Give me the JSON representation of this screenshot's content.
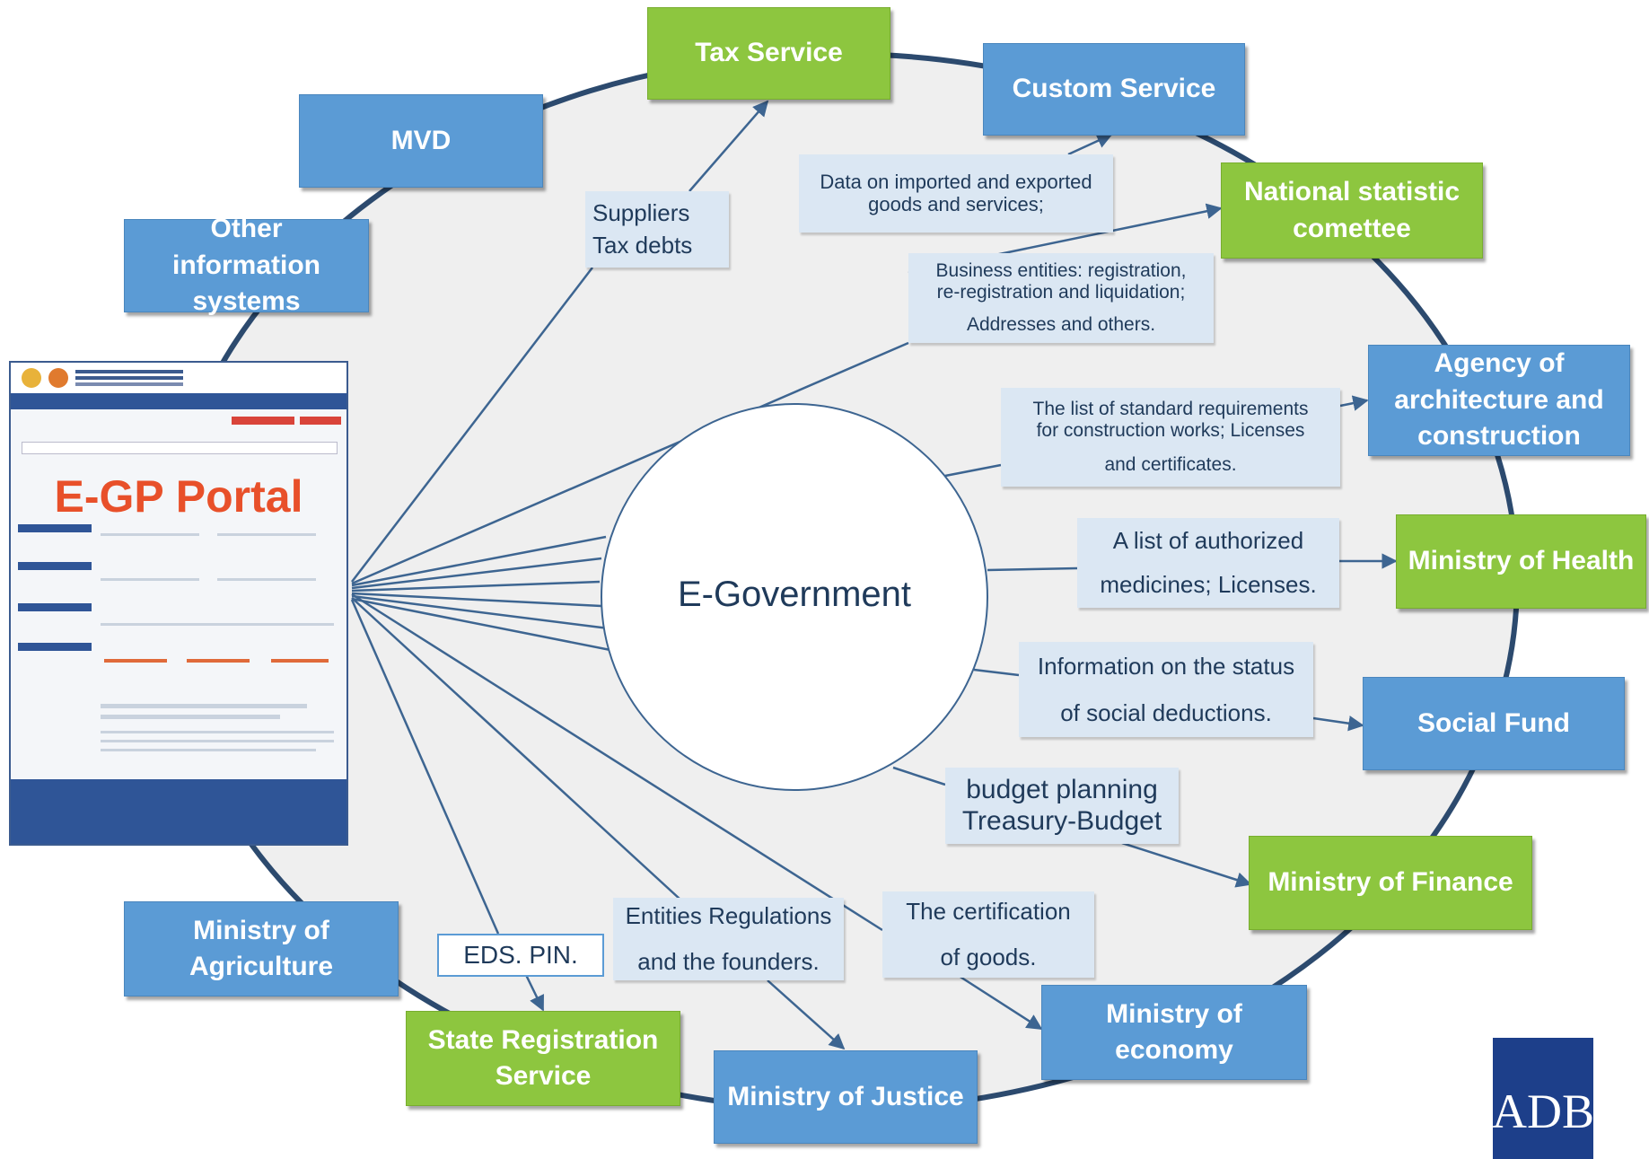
{
  "center": {
    "label": "E-Government"
  },
  "portal": {
    "label": "E-GP Portal"
  },
  "logo": {
    "text": "ADB"
  },
  "nodes": {
    "tax": "Tax Service",
    "custom": "Custom Service",
    "mvd": "MVD",
    "other": "Other information systems",
    "statistic": "National statistic comettee",
    "architecture": "Agency of architecture and construction",
    "health": "Ministry of Health",
    "social": "Social Fund",
    "finance": "Ministry of Finance",
    "economy": "Ministry of economy",
    "justice": "Ministry of Justice",
    "registration": "State Registration Service",
    "agriculture": "Ministry of Agriculture"
  },
  "labels": {
    "suppliers": [
      "Suppliers",
      "Tax debts"
    ],
    "customs": [
      "Data on imported and exported",
      "goods and services;"
    ],
    "business": [
      "Business entities: registration,",
      "re-registration and liquidation;",
      "Addresses and others."
    ],
    "construction": [
      "The list of standard requirements",
      "for construction works; Licenses",
      "and certificates."
    ],
    "medicines": [
      "A list of authorized",
      "medicines; Licenses."
    ],
    "social": [
      "Information on the status",
      "of social deductions."
    ],
    "budget": [
      "budget planning",
      "Treasury-Budget"
    ],
    "certification": [
      "The certification",
      "of goods."
    ],
    "entities": [
      "Entities Regulations",
      "and the founders."
    ],
    "eds": [
      "EDS. PIN."
    ]
  },
  "colors": {
    "blue_node": "#5b9bd5",
    "green_node": "#8dc63f",
    "label_bg": "#dbe7f3",
    "ring": "#2c4a6e",
    "portal_title": "#e8502a",
    "adb": "#1d3f8a"
  }
}
